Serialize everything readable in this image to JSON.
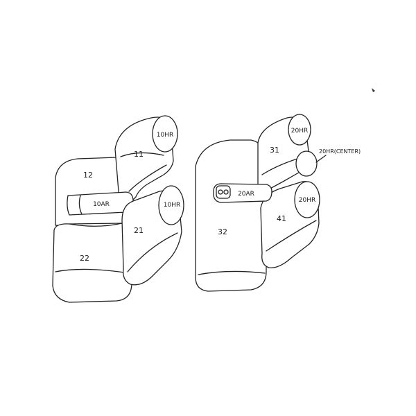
{
  "front_set": {
    "headrest_11": "10HR",
    "part_11": "11",
    "part_12": "12",
    "armrest": "10AR",
    "headrest_21": "10HR",
    "part_21": "21",
    "part_22": "22"
  },
  "rear_set": {
    "headrest_31": "20HR",
    "part_31": "31",
    "headrest_center": "20HR(CENTER)",
    "armrest": "20AR",
    "headrest_41": "20HR",
    "part_41": "41",
    "part_32": "32"
  }
}
